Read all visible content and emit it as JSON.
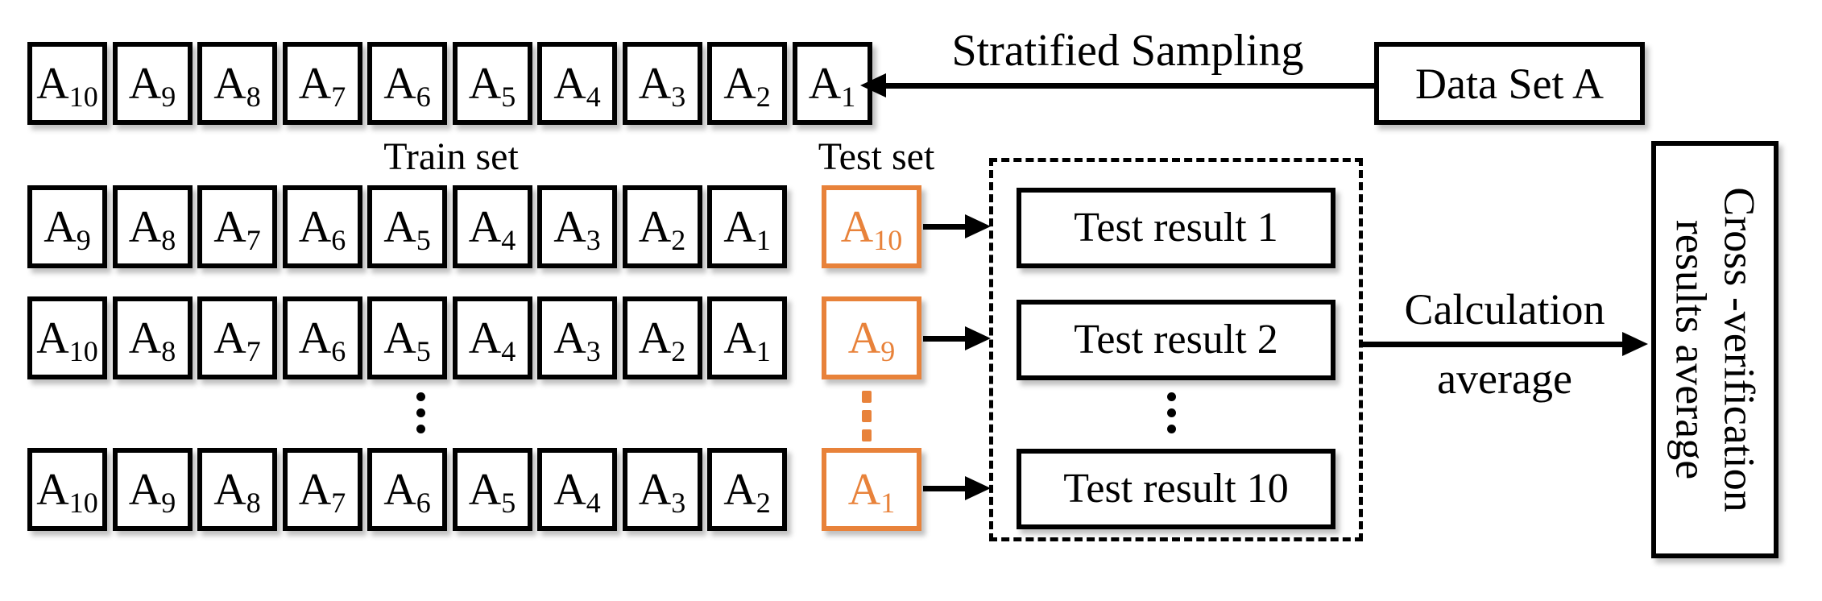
{
  "diagram": {
    "colors": {
      "accent_orange": "#E8823A",
      "line_black": "#000000"
    },
    "top_row": {
      "cells": [
        "A10",
        "A9",
        "A8",
        "A7",
        "A6",
        "A5",
        "A4",
        "A3",
        "A2",
        "A1"
      ]
    },
    "sampling": {
      "arrow_label": "Stratified Sampling",
      "source_box_label": "Data Set A"
    },
    "column_labels": {
      "train": "Train set",
      "test": "Test set"
    },
    "folds": [
      {
        "train": [
          "A9",
          "A8",
          "A7",
          "A6",
          "A5",
          "A4",
          "A3",
          "A2",
          "A1"
        ],
        "test": "A10",
        "result": "Test result 1"
      },
      {
        "train": [
          "A10",
          "A8",
          "A7",
          "A6",
          "A5",
          "A4",
          "A3",
          "A2",
          "A1"
        ],
        "test": "A9",
        "result": "Test result 2"
      },
      {
        "train": [
          "A10",
          "A9",
          "A8",
          "A7",
          "A6",
          "A5",
          "A4",
          "A3",
          "A2"
        ],
        "test": "A1",
        "result": "Test result 10"
      }
    ],
    "ellipsis_symbol": "⋮",
    "average_arrow": {
      "label_line1": "Calculation",
      "label_line2": "average"
    },
    "output_box": {
      "label_line1": "Cross -verification",
      "label_line2": "results average"
    }
  }
}
